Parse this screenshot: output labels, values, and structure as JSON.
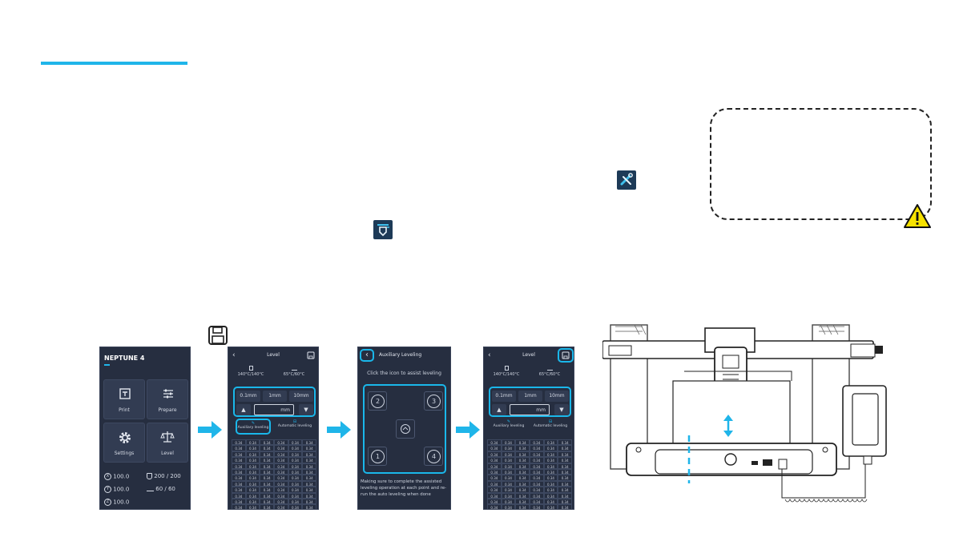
{
  "accent_color": "#1fb5e9",
  "panel_color": "#262e40",
  "icons": {
    "warning": "warning-triangle-icon",
    "save": "save-icon",
    "tool": "wrench-tool-icon",
    "nozzle_settings": "nozzle-settings-icon"
  },
  "home_screen": {
    "title": "NEPTUNE 4",
    "tiles": [
      {
        "label": "Print"
      },
      {
        "label": "Prepare"
      },
      {
        "label": "Settings"
      },
      {
        "label": "Level"
      }
    ],
    "x_label": "X",
    "x_value": "100.0",
    "y_label": "Y",
    "y_value": "100.0",
    "z_label": "Z",
    "z_value": "100.0",
    "nozzle_temp": "200 / 200",
    "bed_temp": "60 / 60"
  },
  "level_screen": {
    "title": "Level",
    "nozzle_temp": "140°C/140°C",
    "bed_temp": "65°C/60°C",
    "steps": [
      "0.1mm",
      "1mm",
      "10mm"
    ],
    "unit": "mm",
    "aux_label": "Auxiliary leveling",
    "auto_label": "Automatic leveling",
    "grid_value": "0.34",
    "grid_rows": 13,
    "grid_cols": 6
  },
  "aux_screen": {
    "title": "Auxiliary Leveling",
    "instruction": "Click the icon to assist leveling",
    "points": [
      "1",
      "2",
      "3",
      "4"
    ],
    "note": "Making sure to complete the assisted leveling operation at each point and re-run the auto leveling when done"
  },
  "grid_cells": [
    "0.34",
    "0.34",
    "0.34",
    "0.34",
    "0.34",
    "0.34",
    "0.34",
    "0.34",
    "0.34",
    "0.34",
    "0.34",
    "0.34",
    "0.34",
    "0.34",
    "0.34",
    "0.34",
    "0.34",
    "0.34",
    "0.34",
    "0.34",
    "0.34",
    "0.34",
    "0.34",
    "0.34",
    "0.34",
    "0.34",
    "0.34",
    "0.34",
    "0.34",
    "0.34",
    "0.34",
    "0.34",
    "0.34",
    "0.34",
    "0.34",
    "0.34",
    "0.34",
    "0.34",
    "0.34",
    "0.34",
    "0.34",
    "0.34",
    "0.34",
    "0.34",
    "0.34",
    "0.34",
    "0.34",
    "0.34",
    "0.34",
    "0.34",
    "0.34",
    "0.34",
    "0.34",
    "0.34",
    "0.34",
    "0.34",
    "0.34",
    "0.34",
    "0.34",
    "0.34",
    "0.34",
    "0.34",
    "0.34",
    "0.34",
    "0.34",
    "0.34",
    "0.34",
    "0.34",
    "0.34",
    "0.34",
    "0.34",
    "0.34",
    "0.34",
    "0.34",
    "0.34",
    "0.34",
    "0.34",
    "0.34"
  ]
}
